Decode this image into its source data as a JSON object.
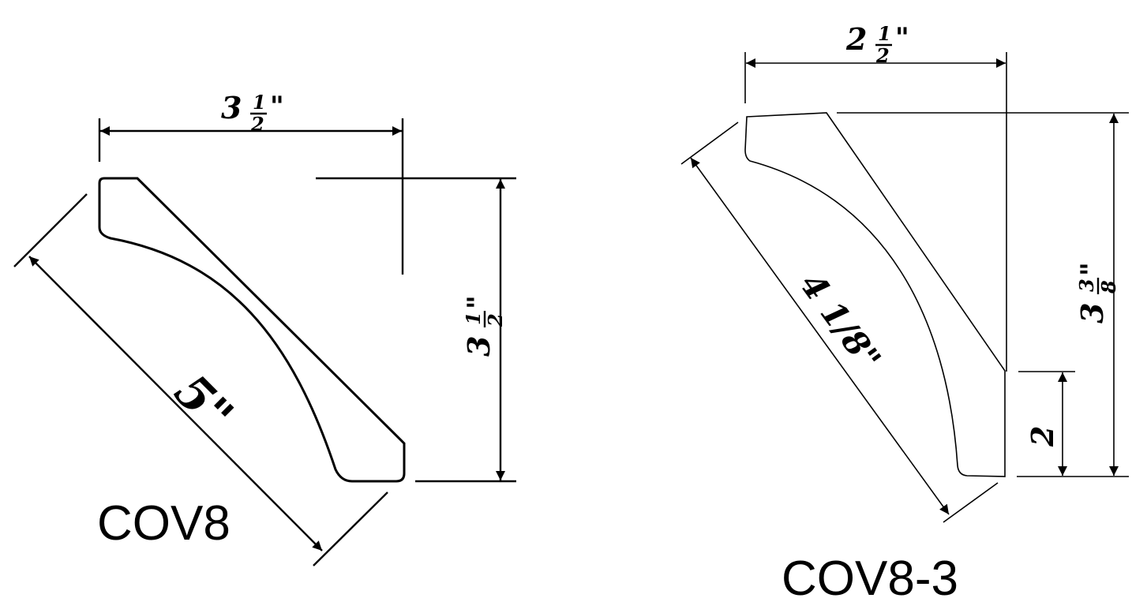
{
  "profiles": [
    {
      "name": "COV8",
      "dimensions": {
        "width": {
          "whole": "3",
          "num": "1",
          "den": "2",
          "inch": "\""
        },
        "height": {
          "whole": "3",
          "num": "1",
          "den": "2",
          "inch": "\""
        },
        "diagonal": "5\""
      }
    },
    {
      "name": "COV8-3",
      "dimensions": {
        "width": {
          "whole": "2",
          "num": "1",
          "den": "2",
          "inch": "\""
        },
        "height": {
          "whole": "3",
          "num": "3",
          "den": "8",
          "inch": "\""
        },
        "lower": "2",
        "diagonal": "4 1/8\""
      }
    }
  ]
}
